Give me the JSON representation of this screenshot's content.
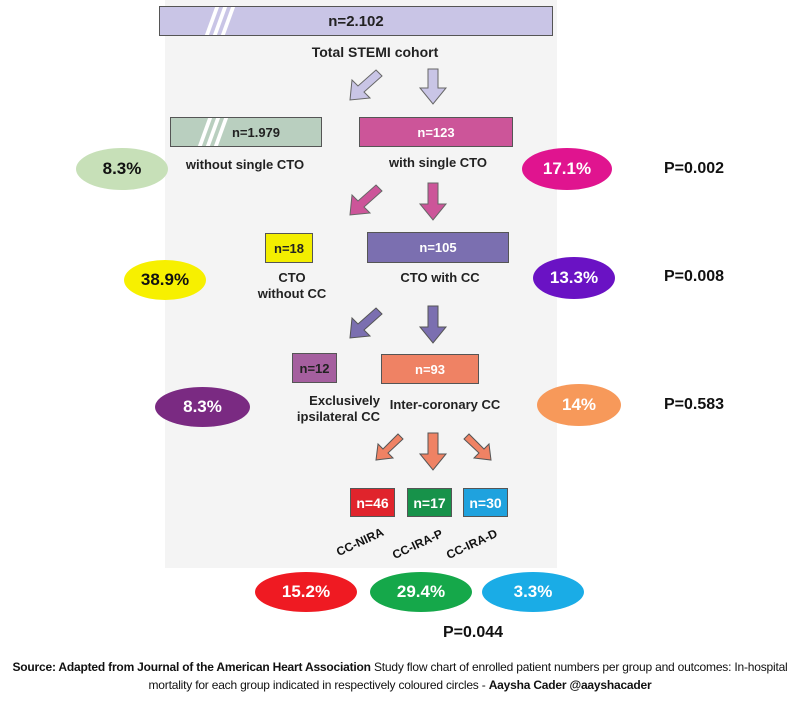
{
  "colors": {
    "total": "#c9c5e6",
    "without_cto": "#b9cfbf",
    "with_cto": "#cc5599",
    "without_cc": "#f3ee00",
    "with_cc": "#7b6fb0",
    "ipsilateral": "#a55f9f",
    "intercoronary": "#ef8264",
    "cc_nira": "#e0242c",
    "cc_ira_p": "#17924a",
    "cc_ira_d": "#1fa2de"
  },
  "level0": {
    "total_n": "n=2.102",
    "total_label": "Total STEMI cohort"
  },
  "level1": {
    "without_n": "n=1.979",
    "without_label": "without single CTO",
    "without_mortality": "8.3%",
    "with_n": "n=123",
    "with_label": "with single CTO",
    "with_mortality": "17.1%",
    "p_value": "P=0.002"
  },
  "level2": {
    "without_n": "n=18",
    "without_label_1": "CTO",
    "without_label_2": "without CC",
    "without_mortality": "38.9%",
    "with_n": "n=105",
    "with_label": "CTO with CC",
    "with_mortality": "13.3%",
    "p_value": "P=0.008"
  },
  "level3": {
    "ipsi_n": "n=12",
    "ipsi_label_1": "Exclusively",
    "ipsi_label_2": "ipsilateral CC",
    "ipsi_mortality": "8.3%",
    "inter_n": "n=93",
    "inter_label": "Inter-coronary CC",
    "inter_mortality": "14%",
    "p_value": "P=0.583"
  },
  "level4": {
    "groups": [
      {
        "n": "n=46",
        "label": "CC-NIRA",
        "mortality": "15.2%"
      },
      {
        "n": "n=17",
        "label": "CC-IRA-P",
        "mortality": "29.4%"
      },
      {
        "n": "n=30",
        "label": "CC-IRA-D",
        "mortality": "3.3%"
      }
    ],
    "p_value": "P=0.044"
  },
  "footer": {
    "source_bold": "Source: Adapted from Journal of the American Heart Association",
    "description": " Study flow chart of enrolled patient numbers per group and outcomes: In-hospital mortality for each group indicated in respectively coloured circles - ",
    "author": "Aaysha Cader @aayshacader"
  }
}
